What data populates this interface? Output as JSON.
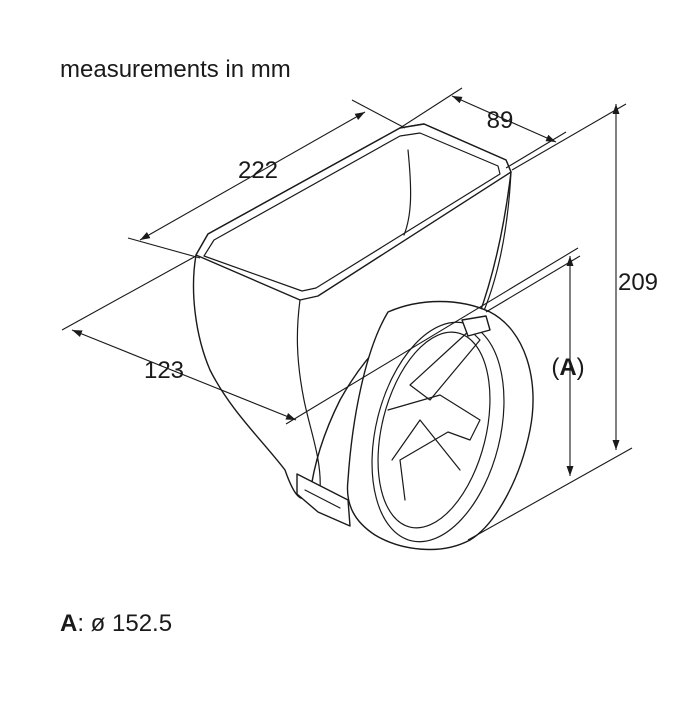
{
  "title": "measurements in mm",
  "dimensions": {
    "length": "222",
    "width": "89",
    "height": "209",
    "depth": "123",
    "ref_open": "(",
    "ref_letter": "A",
    "ref_close": ")"
  },
  "footnote": {
    "key": "A",
    "text": ": ø 152.5"
  },
  "colors": {
    "line": "#1a1a1a",
    "background": "#ffffff"
  }
}
